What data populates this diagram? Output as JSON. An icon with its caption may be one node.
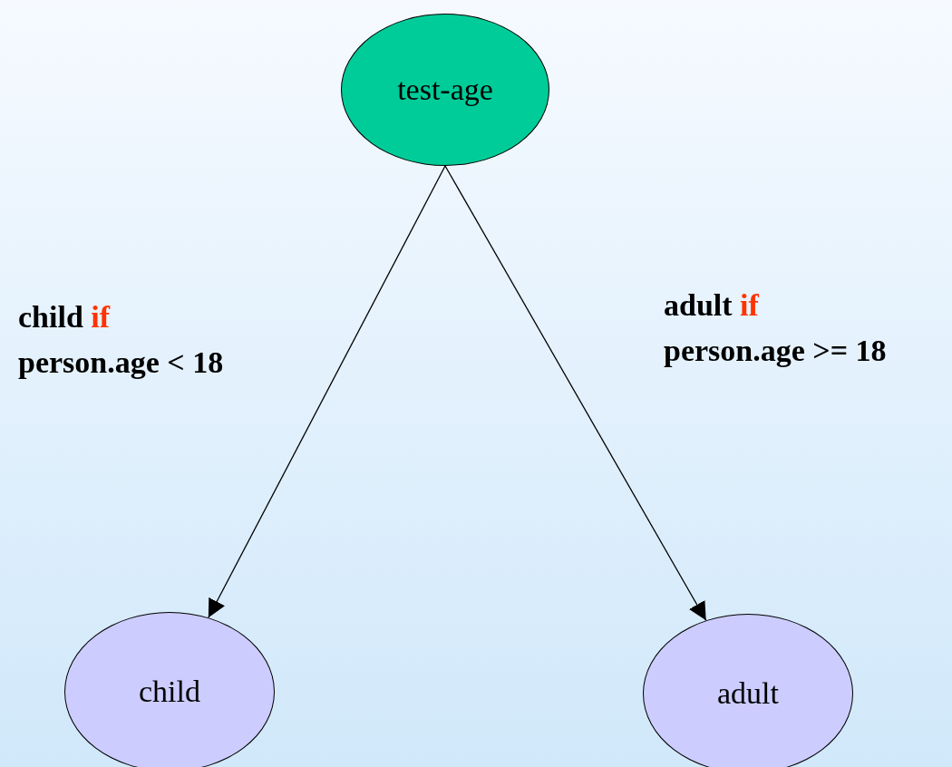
{
  "diagram": {
    "nodes": [
      {
        "text": [
          "test-age"
        ]
      },
      {
        "text": [
          "child"
        ]
      },
      {
        "text": [
          "adult"
        ]
      }
    ],
    "edges": [
      {
        "from": 0,
        "to": 1,
        "arrow": "to",
        "label": "child if person.age < 18"
      },
      {
        "from": 0,
        "to": 2,
        "arrow": "to",
        "label": "adult if person.age >= 18"
      }
    ]
  }
}
